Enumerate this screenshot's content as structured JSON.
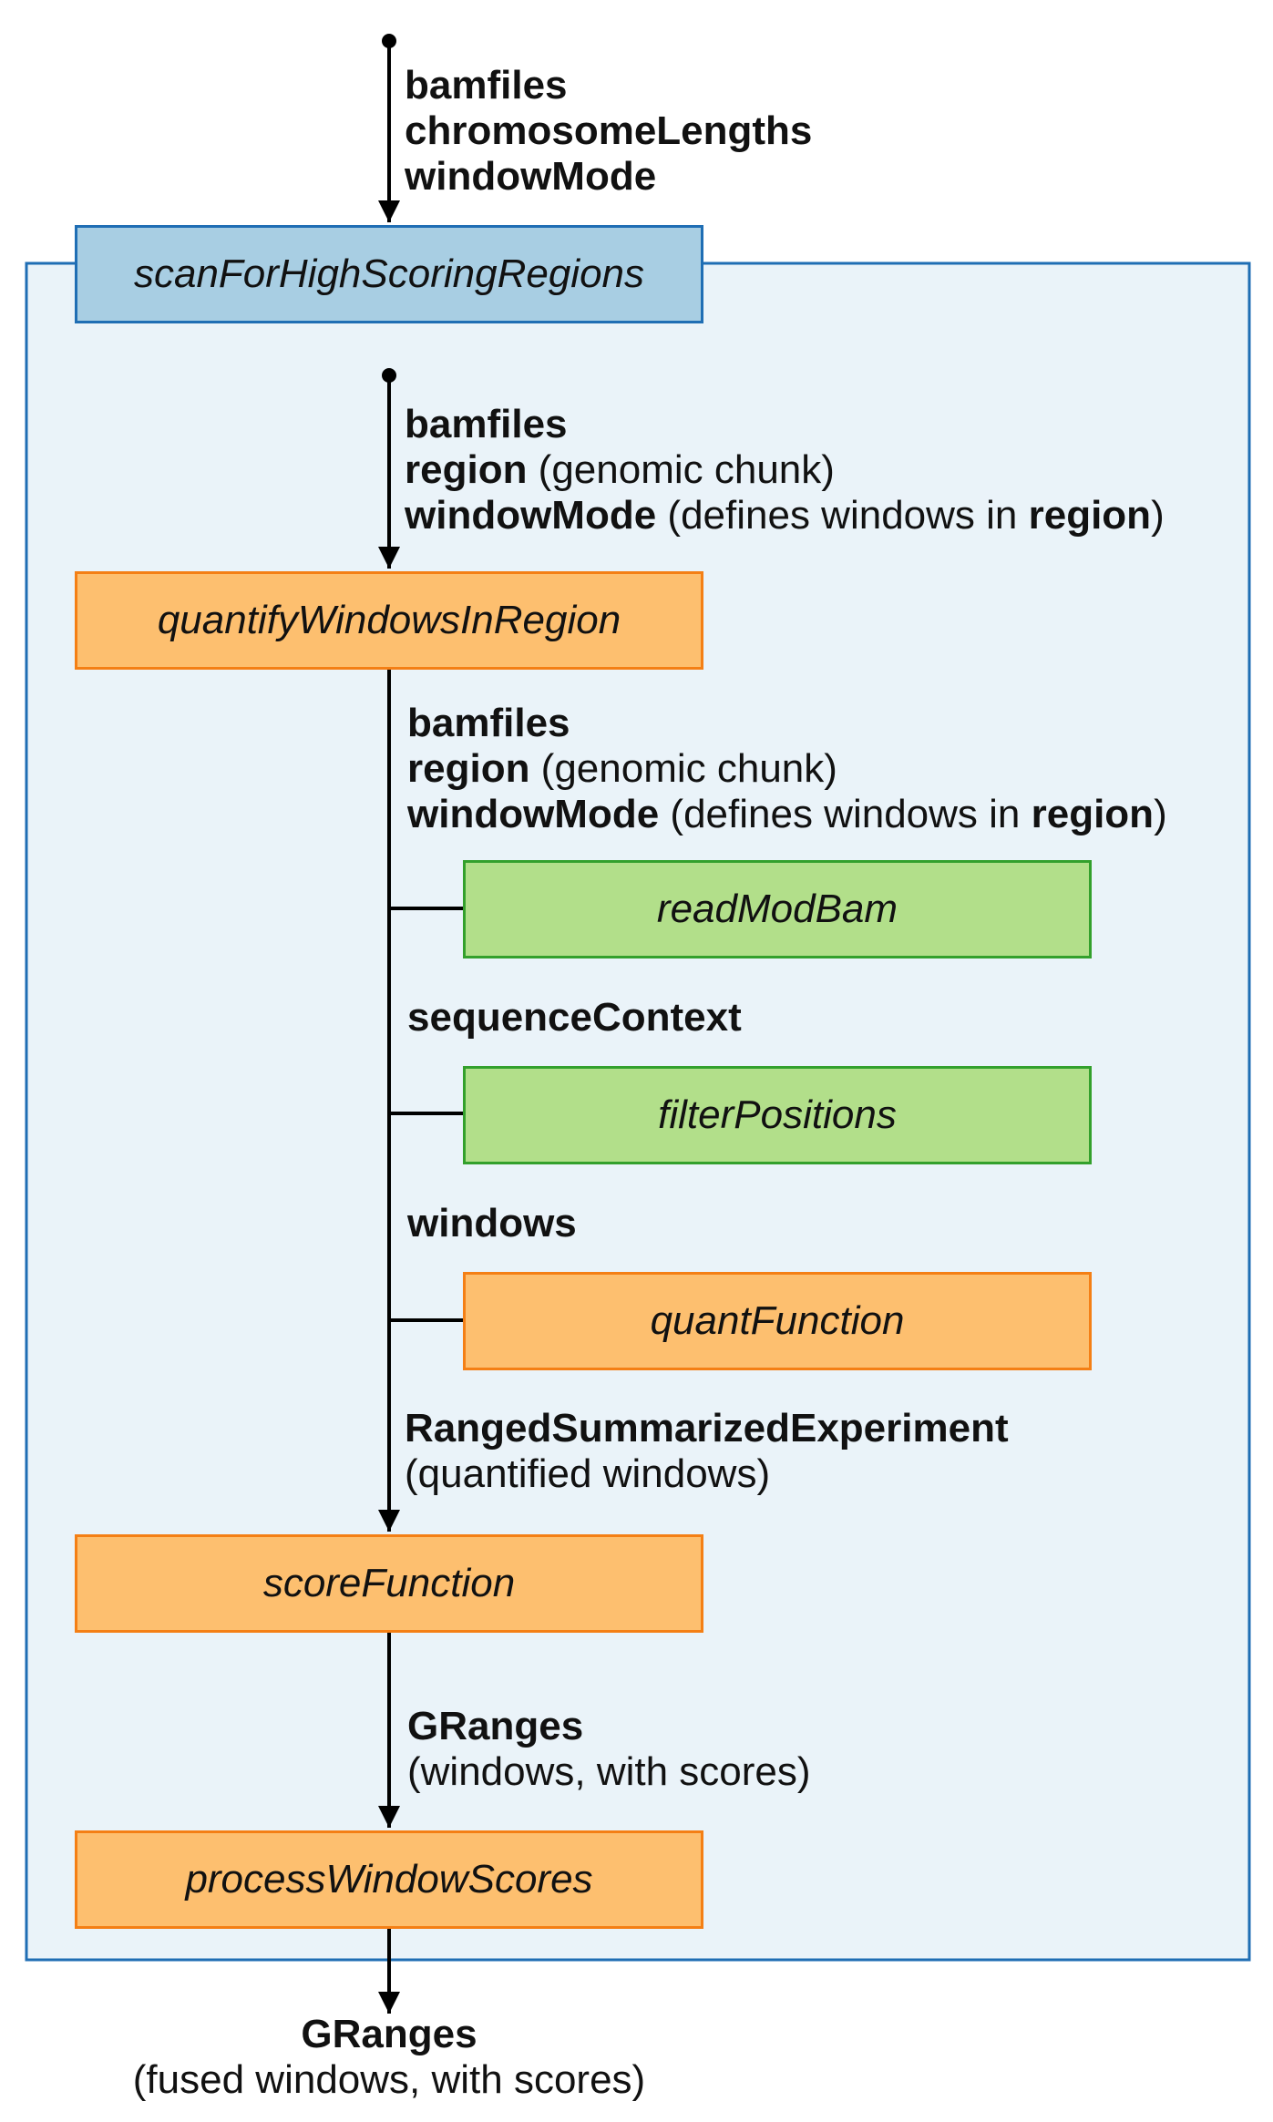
{
  "input": {
    "l1": "bamfiles",
    "l2": "chromosomeLengths",
    "l3": "windowMode"
  },
  "scan": {
    "name": "scanForHighScoringRegions"
  },
  "qwir_in": {
    "bamfiles": "bamfiles",
    "region": "region",
    "region_note": " (genomic chunk)",
    "windowMode": "windowMode",
    "wm_pre": " (defines windows in ",
    "wm_region": "region",
    "wm_post": ")"
  },
  "qwir": {
    "name": "quantifyWindowsInRegion"
  },
  "qwir_out": {
    "bamfiles": "bamfiles",
    "region": "region",
    "region_note": " (genomic chunk)",
    "windowMode": "windowMode",
    "wm_pre": " (defines windows in ",
    "wm_region": "region",
    "wm_post": ")"
  },
  "readModBam": {
    "name": "readModBam"
  },
  "seqctx": {
    "label": "sequenceContext"
  },
  "filterPositions": {
    "name": "filterPositions"
  },
  "windows": {
    "label": "windows"
  },
  "quantFunction": {
    "name": "quantFunction"
  },
  "rse": {
    "label": "RangedSummarizedExperiment",
    "note": "(quantified windows)"
  },
  "scoreFunction": {
    "name": "scoreFunction"
  },
  "gr1": {
    "label": "GRanges",
    "note": "(windows, with scores)"
  },
  "processWindowScores": {
    "name": "processWindowScores"
  },
  "output": {
    "label": "GRanges",
    "note": "(fused windows, with scores)"
  },
  "colors": {
    "container_fill": "#eaf3f9",
    "container_border": "#1f6eb4",
    "blue_fill": "#a8cee3",
    "orange_fill": "#fdbf6f",
    "orange_border": "#f47f15",
    "green_fill": "#b2df8a",
    "green_border": "#33a02c"
  }
}
